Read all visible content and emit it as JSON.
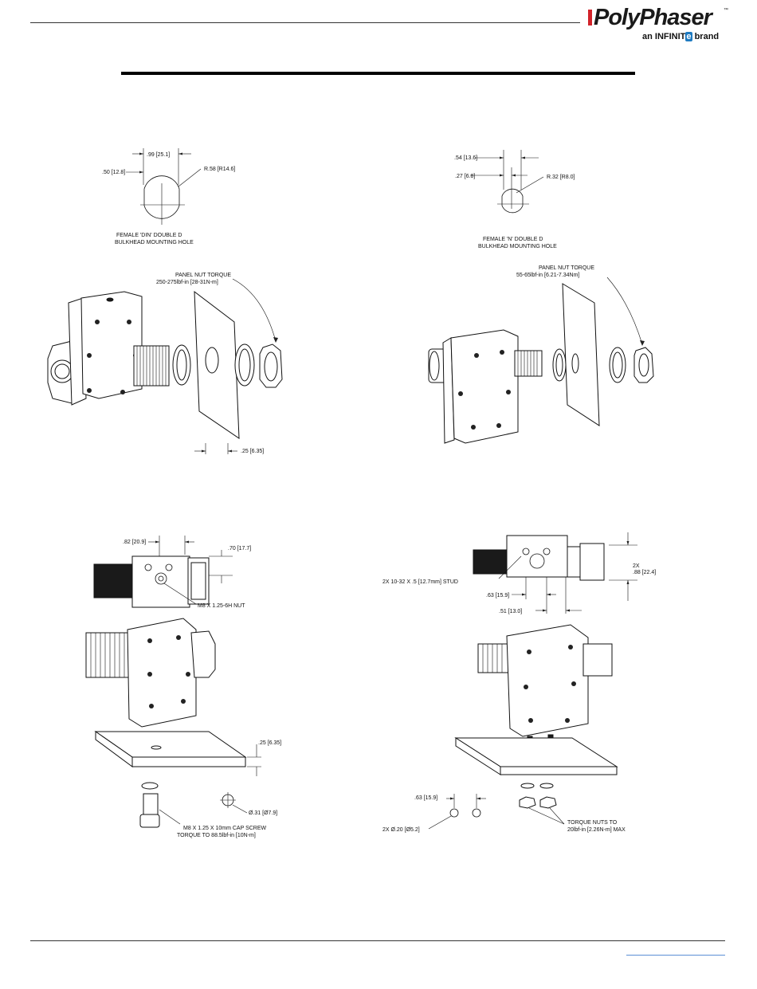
{
  "header": {
    "logo_text": "PolyPhaser",
    "logo_trademark": "™",
    "logo_tagline_prefix": "an INFINIT",
    "logo_tagline_mark": "e",
    "logo_tagline_suffix": " brand"
  },
  "views": {
    "din_hole": {
      "dim_width": ".99 [25.1]",
      "dim_half": ".50 [12.8]",
      "dim_radius": "R.58 [R14.6]",
      "caption_line1": "FEMALE 'DIN' DOUBLE D",
      "caption_line2": "BULKHEAD MOUNTING HOLE"
    },
    "n_hole": {
      "dim_width": ".54 [13.6]",
      "dim_half": ".27 [6.8]",
      "dim_radius": "R.32 [R8.0]",
      "caption_line1": "FEMALE 'N' DOUBLE D",
      "caption_line2": "BULKHEAD MOUNTING HOLE"
    },
    "din_assembly": {
      "torque_line1": "PANEL NUT TORQUE",
      "torque_line2": "250-275lbf-in [28-31N-m]",
      "panel_thickness": ".25 [6.35]"
    },
    "n_assembly": {
      "torque_line1": "PANEL NUT TORQUE",
      "torque_line2": "55-65lbf-in [6.21-7.34Nm]"
    },
    "din_flange": {
      "dim_a": ".82 [20.9]",
      "dim_b": ".70 [17.7]",
      "nut_label": "M8 X 1.25-6H NUT",
      "panel_thickness": ".25 [6.35]",
      "hole_dia": "Ø.31 [Ø7.9]",
      "screw_line1": "M8 X 1.25 X 10mm CAP SCREW",
      "screw_line2": "TORQUE TO 88.5lbf-in [10N-m]"
    },
    "n_flange": {
      "stud_label": "2X 10-32 X .5 [12.7mm] STUD",
      "dim_2x": "2X",
      "dim_height": ".88 [22.4]",
      "dim_a": ".63 [15.9]",
      "dim_b": ".51 [13.0]",
      "dim_spacing": ".63 [15.9]",
      "hole_dia": "2X Ø.20 [Ø5.2]",
      "torque_line1": "TORQUE NUTS TO",
      "torque_line2": "20lbf-in [2.26N-m] MAX"
    }
  }
}
